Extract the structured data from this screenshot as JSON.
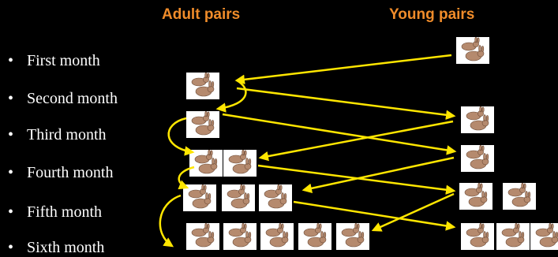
{
  "headers": {
    "adult": "Adult pairs",
    "young": "Young pairs"
  },
  "bullet_glyph": "•",
  "months": [
    "First month",
    "Second month",
    "Third month",
    "Fourth month",
    "Fifth month",
    "Sixth month"
  ],
  "pairs": {
    "adult_counts": [
      0,
      1,
      1,
      2,
      3,
      5
    ],
    "young_counts": [
      1,
      0,
      1,
      1,
      2,
      3
    ]
  },
  "colors": {
    "header": "#F08C2A",
    "arrow": "#FFE600",
    "text": "#FFFFFF",
    "background": "#000000",
    "rabbit": "#B58A6E"
  },
  "icon": "rabbit-pair-icon"
}
